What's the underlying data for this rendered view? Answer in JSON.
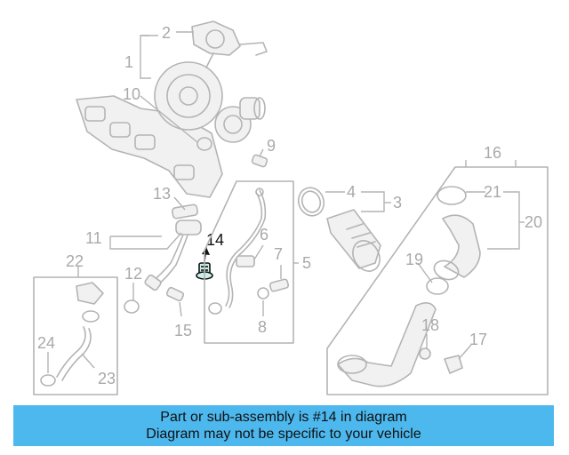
{
  "diagram": {
    "callouts": [
      "1",
      "2",
      "3",
      "4",
      "5",
      "6",
      "7",
      "8",
      "9",
      "10",
      "11",
      "12",
      "13",
      "14",
      "15",
      "16",
      "17",
      "18",
      "19",
      "20",
      "21",
      "22",
      "23",
      "24"
    ],
    "highlighted_part": "14"
  },
  "banner": {
    "line1": "Part or sub-assembly is #14 in diagram",
    "line2": "Diagram may not be specific to your vehicle",
    "color": "#4db8ee"
  }
}
